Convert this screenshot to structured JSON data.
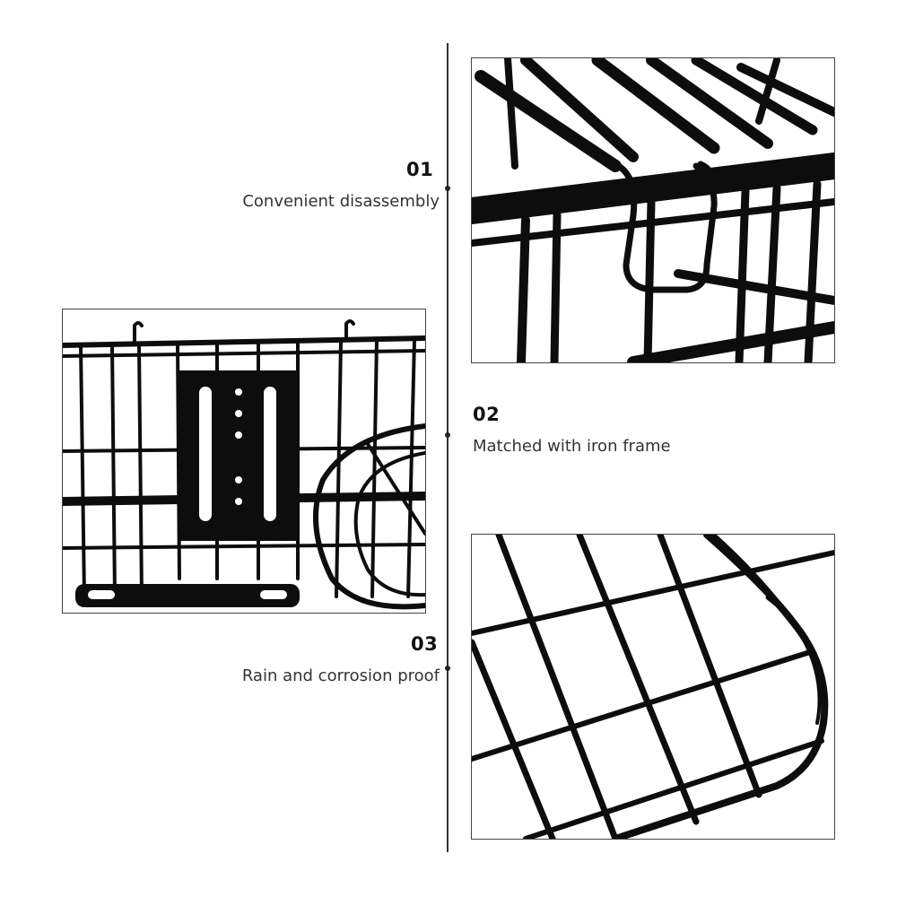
{
  "features": [
    {
      "number": "01",
      "caption": "Convenient disassembly"
    },
    {
      "number": "02",
      "caption": "Matched with iron frame"
    },
    {
      "number": "03",
      "caption": "Rain and corrosion proof"
    }
  ],
  "colors": {
    "background": "#ffffff",
    "wire": "#0d0d0d",
    "text": "#333333",
    "line": "#333333"
  }
}
